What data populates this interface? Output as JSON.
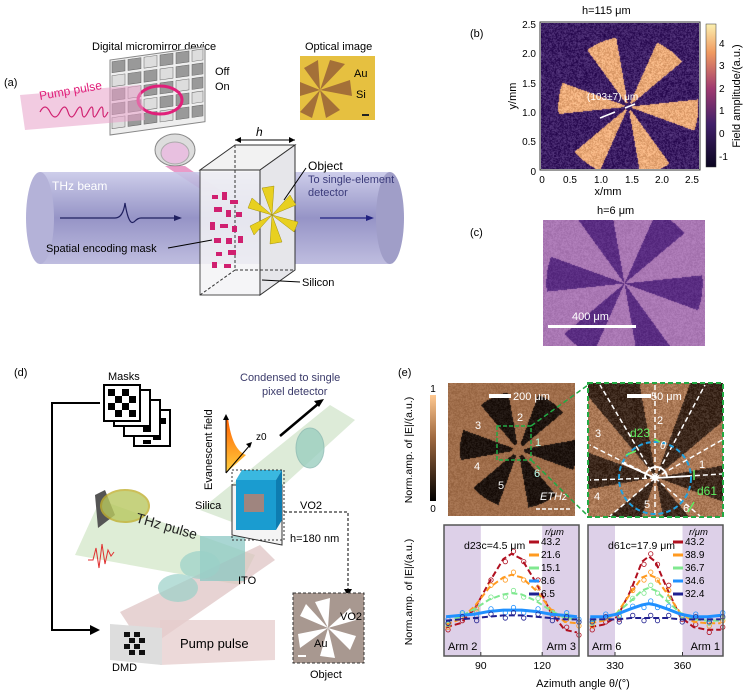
{
  "panel_a": {
    "label": "(a)",
    "dmd_title": "Digital micromirror device",
    "optical_title": "Optical image",
    "au": "Au",
    "si": "Si",
    "off": "Off",
    "on": "On",
    "pump": "Pump pulse",
    "thz": "THz beam",
    "h": "h",
    "object": "Object",
    "detector_1": "To single-element",
    "detector_2": "detector",
    "mask": "Spatial encoding mask",
    "silicon": "Silicon"
  },
  "panel_b": {
    "label": "(b)",
    "title": "h=115 μm",
    "annotation": "(103±7) μm",
    "xlabel": "x/mm",
    "ylabel": "y/mm",
    "xticks": [
      "0",
      "0.5",
      "1.0",
      "1.5",
      "2.0",
      "2.5"
    ],
    "yticks": [
      "0",
      "0.5",
      "1.0",
      "1.5",
      "2.0",
      "2.5"
    ],
    "cbar_label": "Field amplitude/(a.u.)",
    "cbar_ticks": [
      "-1",
      "0",
      "1",
      "2",
      "3",
      "4"
    ]
  },
  "panel_c": {
    "label": "(c)",
    "title": "h=6 μm",
    "scalebar": "400 μm"
  },
  "panel_d": {
    "label": "(d)",
    "masks": "Masks",
    "condensed_1": "Condensed to single",
    "condensed_2": "pixel detector",
    "evanescent": "Evanescent field",
    "z0": "z0",
    "vo2": "VO2",
    "silica": "Silica",
    "thz": "THz pulse",
    "h": "h=180 nm",
    "ito": "ITO",
    "pump": "Pump pulse",
    "dmd": "DMD",
    "object": "Object",
    "obj_vo2": "VO2",
    "obj_au": "Au"
  },
  "panel_e": {
    "label": "(e)",
    "cbar_label": "Norm.amp. of |E|/(a.u.)",
    "cbar_max": "1",
    "cbar_min": "0",
    "scale1": "200 μm",
    "scale2": "50 μm",
    "arms": [
      "1",
      "2",
      "3",
      "4",
      "5",
      "6"
    ],
    "ethz": "ETHz",
    "d23": "d23",
    "d61": "d61",
    "theta": "θ"
  },
  "colors": {
    "pink": "#e0207a",
    "r43": "#b01020",
    "orange": "#ff9a20",
    "green": "#80e890",
    "blue": "#2090ff",
    "navy": "#202090",
    "shade": "#ddd0e8"
  },
  "chart_data": [
    {
      "type": "line",
      "ylabel": "Norm.amp. of |E|/(a.u.)",
      "xlabel": "Azimuth angle θ/(°)",
      "annotation": "d23c=4.5 μm",
      "legend_title": "r/μm",
      "xlim": [
        72,
        138
      ],
      "ylim": [
        0,
        1
      ],
      "xticks": [
        "90",
        "120"
      ],
      "shaded": [
        [
          72,
          90
        ],
        [
          120,
          138
        ]
      ],
      "region_labels": [
        "Arm 2",
        "Arm 3"
      ],
      "x": [
        73,
        80,
        87,
        94,
        101,
        105,
        110,
        117,
        124,
        131,
        137
      ],
      "series": [
        {
          "name": "43.2",
          "color": "#b01020",
          "values": [
            0.22,
            0.25,
            0.36,
            0.56,
            0.74,
            0.78,
            0.74,
            0.56,
            0.34,
            0.2,
            0.18
          ]
        },
        {
          "name": "21.6",
          "color": "#ff9a20",
          "values": [
            0.24,
            0.28,
            0.38,
            0.52,
            0.6,
            0.62,
            0.6,
            0.5,
            0.36,
            0.26,
            0.25
          ]
        },
        {
          "name": "15.1",
          "color": "#80e890",
          "values": [
            0.26,
            0.3,
            0.36,
            0.43,
            0.47,
            0.48,
            0.47,
            0.42,
            0.35,
            0.29,
            0.28
          ]
        },
        {
          "name": "8.6",
          "color": "#2090ff",
          "values": [
            0.3,
            0.31,
            0.32,
            0.34,
            0.35,
            0.35,
            0.35,
            0.34,
            0.32,
            0.31,
            0.3
          ]
        },
        {
          "name": "6.5",
          "color": "#202090",
          "values": [
            0.27,
            0.28,
            0.29,
            0.3,
            0.31,
            0.31,
            0.31,
            0.3,
            0.29,
            0.28,
            0.28
          ]
        }
      ]
    },
    {
      "type": "line",
      "xlabel": "Azimuth angle θ/(°)",
      "annotation": "d61c=17.9 μm",
      "legend_title": "r/μm",
      "xlim": [
        318,
        378
      ],
      "ylim": [
        0,
        1
      ],
      "xticks": [
        "330",
        "360"
      ],
      "shaded": [
        [
          318,
          330
        ],
        [
          360,
          378
        ]
      ],
      "region_labels": [
        "Arm 6",
        "Arm 1"
      ],
      "x": [
        319,
        325,
        331,
        337,
        342,
        345,
        348,
        353,
        359,
        365,
        371,
        377
      ],
      "series": [
        {
          "name": "43.2",
          "color": "#b01020",
          "values": [
            0.22,
            0.24,
            0.3,
            0.5,
            0.72,
            0.76,
            0.72,
            0.52,
            0.3,
            0.22,
            0.2,
            0.2
          ]
        },
        {
          "name": "38.9",
          "color": "#ff9a20",
          "values": [
            0.25,
            0.27,
            0.33,
            0.48,
            0.6,
            0.62,
            0.6,
            0.48,
            0.33,
            0.26,
            0.25,
            0.25
          ]
        },
        {
          "name": "36.7",
          "color": "#80e890",
          "values": [
            0.27,
            0.28,
            0.33,
            0.42,
            0.5,
            0.52,
            0.5,
            0.42,
            0.33,
            0.28,
            0.27,
            0.27
          ]
        },
        {
          "name": "34.6",
          "color": "#2090ff",
          "values": [
            0.3,
            0.3,
            0.32,
            0.36,
            0.39,
            0.4,
            0.39,
            0.36,
            0.32,
            0.3,
            0.3,
            0.31
          ]
        },
        {
          "name": "32.4",
          "color": "#202090",
          "values": [
            0.28,
            0.28,
            0.28,
            0.29,
            0.29,
            0.29,
            0.29,
            0.29,
            0.28,
            0.28,
            0.28,
            0.28
          ]
        }
      ]
    }
  ]
}
